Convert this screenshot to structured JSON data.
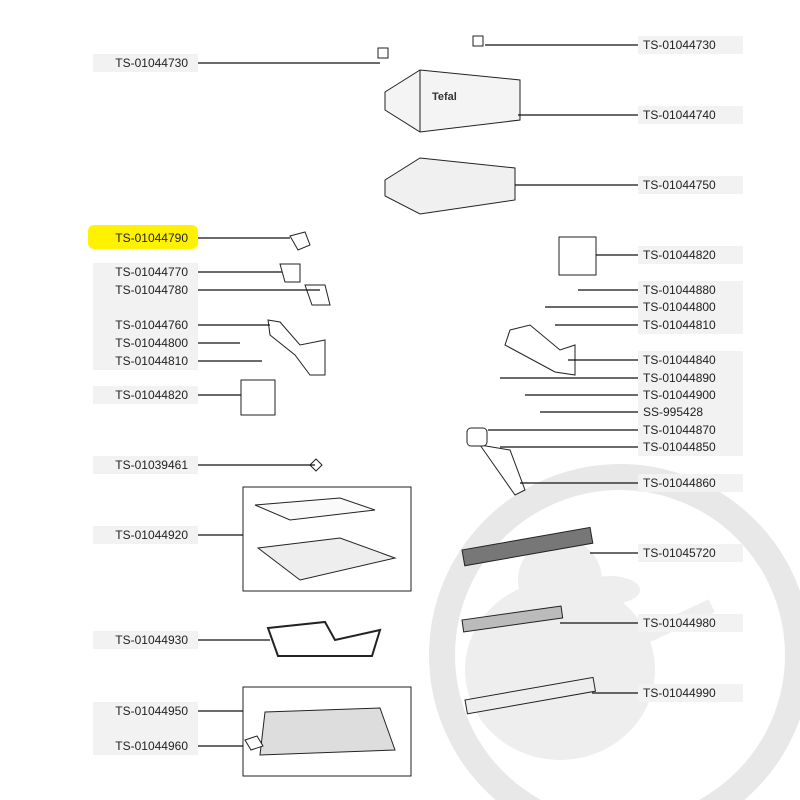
{
  "brand_logo_text": "Tefal",
  "highlighted_part": "TS-01044790",
  "colors": {
    "highlight": "#fff200",
    "label_bg": "#f2f2f2",
    "line": "#000000",
    "watermark": "#d9d9d9"
  },
  "left_labels": [
    "TS-01044730",
    "TS-01044790",
    "TS-01044770",
    "TS-01044780",
    "TS-01044760",
    "TS-01044800",
    "TS-01044810",
    "TS-01044820",
    "TS-01039461",
    "TS-01044920",
    "TS-01044930",
    "TS-01044950",
    "TS-01044960"
  ],
  "right_labels": [
    "TS-01044730",
    "TS-01044740",
    "TS-01044750",
    "TS-01044820",
    "TS-01044880",
    "TS-01044800",
    "TS-01044810",
    "TS-01044840",
    "TS-01044890",
    "TS-01044900",
    "SS-995428",
    "TS-01044870",
    "TS-01044850",
    "TS-01044860",
    "TS-01045720",
    "TS-01044980",
    "TS-01044990"
  ]
}
